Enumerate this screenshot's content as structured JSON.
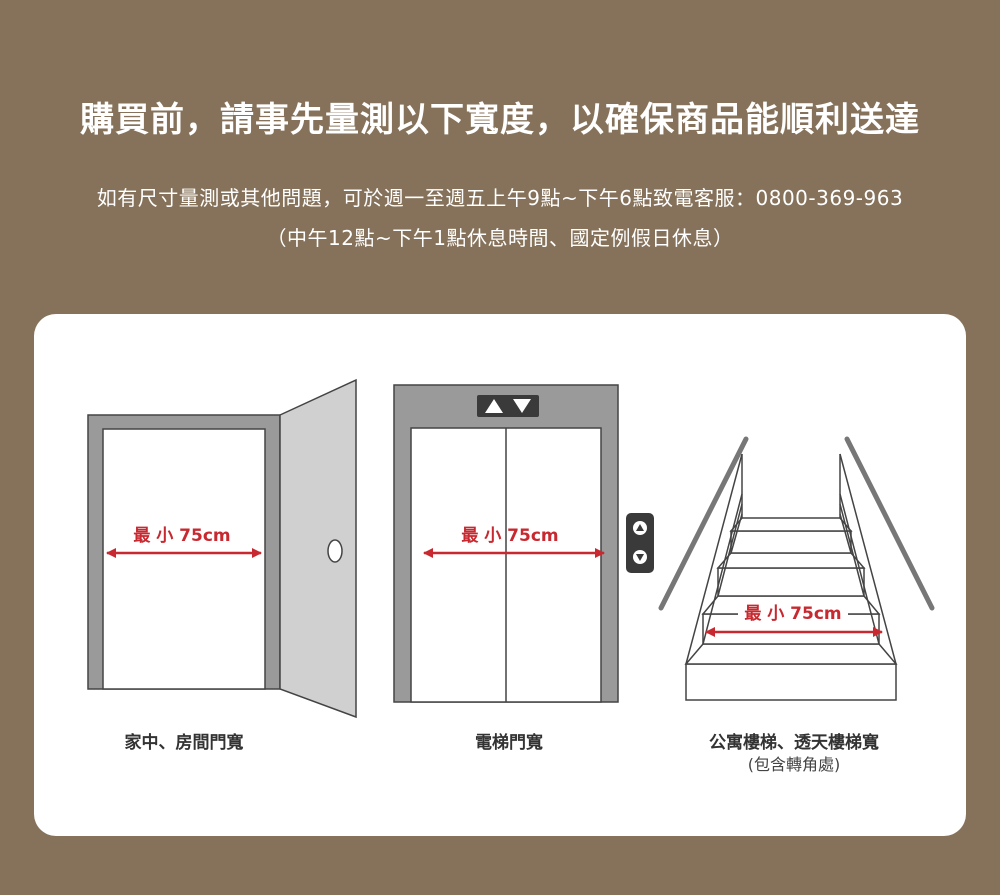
{
  "header": {
    "title": "購買前，請事先量測以下寬度，以確保商品能順利送達",
    "contact_line": "如有尺寸量測或其他問題，可於週一至週五上午9點~下午6點致電客服：0800-369-963",
    "hours_note": "（中午12點~下午1點休息時間、國定例假日休息）"
  },
  "measure_label": "最 小 75cm",
  "diagrams": [
    {
      "caption": "家中、房間門寬"
    },
    {
      "caption": "電梯門寬"
    },
    {
      "caption": "公寓樓梯、透天樓梯寬",
      "caption_sub": "(包含轉角處)"
    }
  ],
  "colors": {
    "background": "#86725A",
    "panel": "#FFFFFF",
    "accent_red": "#C8282F",
    "frame_gray": "#9A9A9A"
  },
  "icons": [
    "elevator-up-down-arrows-icon",
    "elevator-call-button-icon",
    "door-knob-icon"
  ]
}
